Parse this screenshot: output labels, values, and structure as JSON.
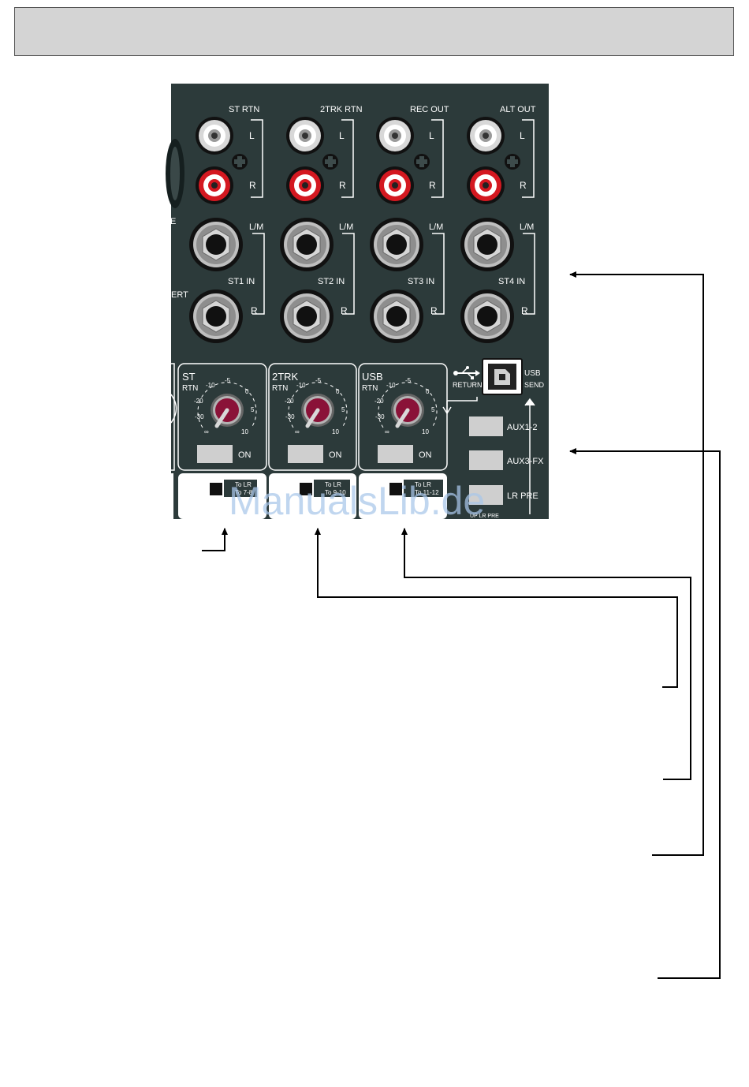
{
  "header": {
    "title": ""
  },
  "panel": {
    "colors": {
      "panel": "#2c3a3a",
      "knob": "#8a1238",
      "rca_red": "#d41820",
      "button": "#cfcfcf",
      "strip_bg": "#ffffff"
    },
    "top_columns": [
      {
        "title": "ST RTN",
        "in_label": "ST1 IN"
      },
      {
        "title": "2TRK RTN",
        "in_label": "ST2 IN"
      },
      {
        "title": "REC OUT",
        "in_label": "ST3 IN"
      },
      {
        "title": "ALT OUT",
        "in_label": "ST4 IN"
      }
    ],
    "rca_l": "L",
    "rca_r": "R",
    "jack_lm": "L/M",
    "jack_r": "R",
    "partial_left_text_1": "E",
    "partial_left_text_2": "ERT",
    "return_sections": [
      {
        "name": "ST",
        "sub": "RTN",
        "on_label": "ON",
        "route_1": "To LR",
        "route_2": "To 7-8"
      },
      {
        "name": "2TRK",
        "sub": "RTN",
        "on_label": "ON",
        "route_1": "To LR",
        "route_2": "To 9-10"
      },
      {
        "name": "USB",
        "sub": "RTN",
        "on_label": "ON",
        "route_1": "To LR",
        "route_2": "To 11-12"
      }
    ],
    "knob_scale": [
      "-10",
      "-5",
      "0",
      "-20",
      "5",
      "-30",
      "∞",
      "10"
    ],
    "usb": {
      "return_label": "RETURN",
      "usb_label": "USB",
      "send_label": "SEND"
    },
    "send_buttons": [
      {
        "label": "AUX1-2"
      },
      {
        "label": "AUX3-FX"
      },
      {
        "label": "LR PRE"
      }
    ],
    "bottom_partial_text": "UP   LR PRE",
    "usb_icon": "usb-trident-icon"
  },
  "watermark": "ManualsLib.de"
}
